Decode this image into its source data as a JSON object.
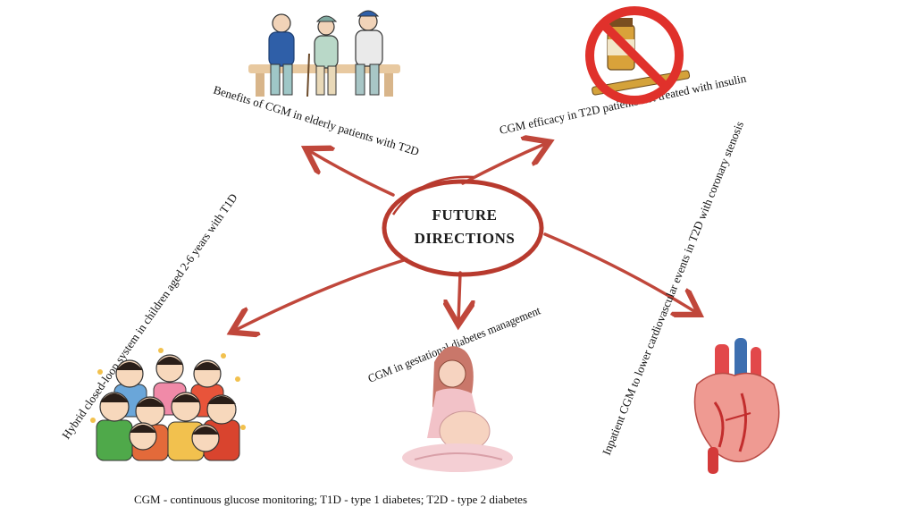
{
  "center": {
    "line1": "FUTURE",
    "line2": "DIRECTIONS"
  },
  "branches": [
    {
      "label": "Benefits of CGM  in elderly patients with T2D"
    },
    {
      "label": "CGM efficacy in T2D patients not treated with insulin"
    },
    {
      "label": "Hybrid closed-loop system  in children aged 2-6 years with T1D"
    },
    {
      "label": "CGM in gestational diabetes management"
    },
    {
      "label": "Inpatient CGM to lower cardiovascular events  in T2D with coronary stenosis"
    }
  ],
  "footnote": "CGM - continuous glucose monitoring; T1D - type 1 diabetes; T2D - type 2 diabetes",
  "colors": {
    "arrow": "#c0473b",
    "ring": "#b83a2e",
    "prohibition": "#e0312b"
  },
  "icons": [
    "elderly-people-icon",
    "no-insulin-icon",
    "children-group-icon",
    "pregnant-woman-icon",
    "heart-icon"
  ]
}
